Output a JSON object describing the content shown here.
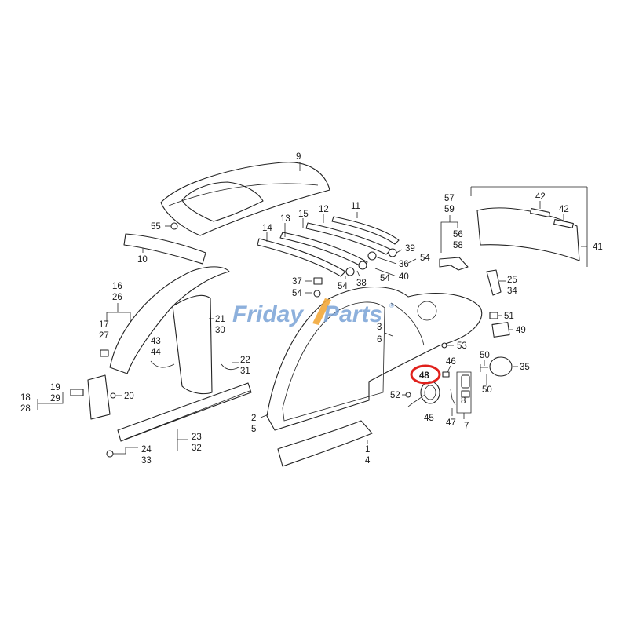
{
  "watermark": {
    "text_a": "Friday",
    "text_b": "Parts",
    "mark": "®",
    "color": "#7aa3d6",
    "accent": "#f2a93b"
  },
  "highlight": {
    "label": "48",
    "color": "#e0201b"
  },
  "callouts": [
    {
      "id": "c9",
      "text": "9"
    },
    {
      "id": "c11",
      "text": "11"
    },
    {
      "id": "c12",
      "text": "12"
    },
    {
      "id": "c13",
      "text": "13"
    },
    {
      "id": "c14",
      "text": "14"
    },
    {
      "id": "c15",
      "text": "15"
    },
    {
      "id": "c55",
      "text": "55"
    },
    {
      "id": "c10",
      "text": "10"
    },
    {
      "id": "c57",
      "text": "57"
    },
    {
      "id": "c59",
      "text": "59"
    },
    {
      "id": "c56",
      "text": "56"
    },
    {
      "id": "c58",
      "text": "58"
    },
    {
      "id": "c42a",
      "text": "42"
    },
    {
      "id": "c42b",
      "text": "42"
    },
    {
      "id": "c41",
      "text": "41"
    },
    {
      "id": "c39",
      "text": "39"
    },
    {
      "id": "c36",
      "text": "36"
    },
    {
      "id": "c54a",
      "text": "54"
    },
    {
      "id": "c40",
      "text": "40"
    },
    {
      "id": "c54b",
      "text": "54"
    },
    {
      "id": "c38",
      "text": "38"
    },
    {
      "id": "c54c",
      "text": "54"
    },
    {
      "id": "c37",
      "text": "37"
    },
    {
      "id": "c54d",
      "text": "54"
    },
    {
      "id": "c16",
      "text": "16"
    },
    {
      "id": "c26",
      "text": "26"
    },
    {
      "id": "c17",
      "text": "17"
    },
    {
      "id": "c27",
      "text": "27"
    },
    {
      "id": "c21",
      "text": "21"
    },
    {
      "id": "c30",
      "text": "30"
    },
    {
      "id": "c43",
      "text": "43"
    },
    {
      "id": "c44",
      "text": "44"
    },
    {
      "id": "c22",
      "text": "22"
    },
    {
      "id": "c31",
      "text": "31"
    },
    {
      "id": "c25",
      "text": "25"
    },
    {
      "id": "c34",
      "text": "34"
    },
    {
      "id": "c51",
      "text": "51"
    },
    {
      "id": "c49",
      "text": "49"
    },
    {
      "id": "c3",
      "text": "3"
    },
    {
      "id": "c6",
      "text": "6"
    },
    {
      "id": "c53",
      "text": "53"
    },
    {
      "id": "c46",
      "text": "46"
    },
    {
      "id": "c50a",
      "text": "50"
    },
    {
      "id": "c35",
      "text": "35"
    },
    {
      "id": "c50b",
      "text": "50"
    },
    {
      "id": "c52",
      "text": "52"
    },
    {
      "id": "c45",
      "text": "45"
    },
    {
      "id": "c47",
      "text": "47"
    },
    {
      "id": "c8",
      "text": "8"
    },
    {
      "id": "c7",
      "text": "7"
    },
    {
      "id": "c19",
      "text": "19"
    },
    {
      "id": "c29",
      "text": "29"
    },
    {
      "id": "c18",
      "text": "18"
    },
    {
      "id": "c28",
      "text": "28"
    },
    {
      "id": "c20",
      "text": "20"
    },
    {
      "id": "c2",
      "text": "2"
    },
    {
      "id": "c5",
      "text": "5"
    },
    {
      "id": "c23",
      "text": "23"
    },
    {
      "id": "c32",
      "text": "32"
    },
    {
      "id": "c24",
      "text": "24"
    },
    {
      "id": "c33",
      "text": "33"
    },
    {
      "id": "c1",
      "text": "1"
    },
    {
      "id": "c4",
      "text": "4"
    }
  ]
}
